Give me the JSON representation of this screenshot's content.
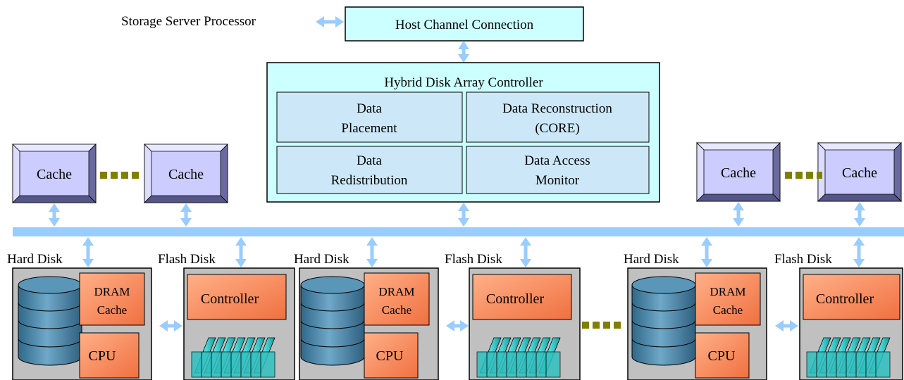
{
  "storage_server_label": "Storage Server Processor",
  "host_channel_label": "Host Channel Connection",
  "controller": {
    "title": "Hybrid Disk Array Controller",
    "modules": [
      {
        "line1": "Data",
        "line2": "Placement"
      },
      {
        "line1": "Data Reconstruction",
        "line2": "(CORE)"
      },
      {
        "line1": "Data",
        "line2": "Redistribution"
      },
      {
        "line1": "Data Access",
        "line2": "Monitor"
      }
    ]
  },
  "cache_label": "Cache",
  "hard_disk_label": "Hard Disk",
  "flash_disk_label": "Flash Disk",
  "dram_cache_label": {
    "line1": "DRAM",
    "line2": "Cache"
  },
  "cpu_label": "CPU",
  "flash_controller_label": "Controller",
  "colors": {
    "arrow": "#99ccff",
    "bus": "#99ccff",
    "host_box": "#ccffff",
    "controller_box": "#ccffff",
    "module_box": "#cce8f8",
    "cache_face": "#ccccff",
    "disk_unit": "#c0c0c0",
    "orange": "#ff9966",
    "drum": "#4a86a8",
    "flash_chip": "#33cccc",
    "dots": "#808000"
  }
}
